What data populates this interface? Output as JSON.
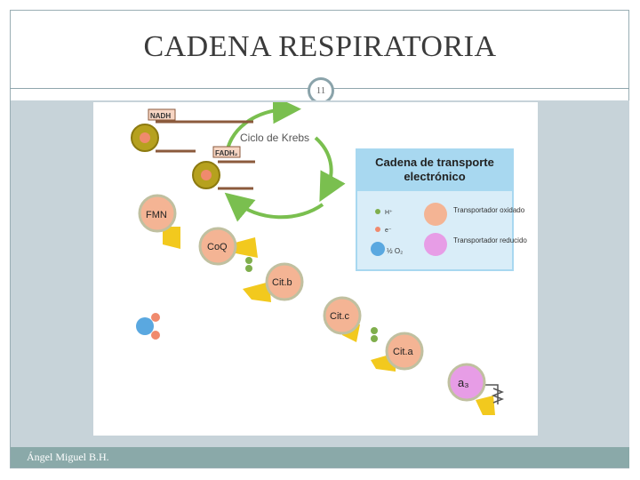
{
  "slide": {
    "title": "CADENA RESPIRATORIA",
    "number": "11",
    "footer": "Ángel Miguel B.H."
  },
  "figure": {
    "cycle_label": "Ciclo de Krebs",
    "donors": {
      "nadh": "NADH",
      "fadh": "FADH₂"
    },
    "carriers": {
      "fmn": "FMN",
      "coq": "CoQ",
      "cit_b": "Cit.b",
      "cit_c": "Cit.c",
      "cit_a": "Cit.a",
      "a3": "a₃"
    },
    "legend": {
      "title_line1": "Cadena de transporte",
      "title_line2": "electrónico",
      "h_plus": "H⁺",
      "e_minus": "e⁻",
      "half_o2": "½ O₂",
      "oxidized": "Transportador oxidado",
      "reduced": "Transportador reducido"
    },
    "colors": {
      "oxidized": "#f4b494",
      "reduced": "#e79de6",
      "electron": "#f08a6d",
      "proton": "#7fae4c",
      "oxygen": "#5aa8e0",
      "arrow": "#7abf4f",
      "legend_bg": "#a8d8f0"
    }
  }
}
